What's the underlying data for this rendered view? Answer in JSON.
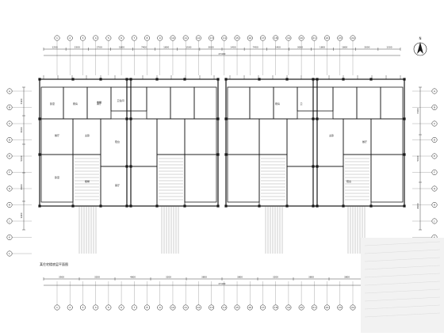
{
  "drawing": {
    "north_label": "N",
    "dims_top": [
      "1200",
      "3300",
      "2700",
      "1800",
      "7400",
      "1800",
      "1500",
      "3000",
      "1400",
      "7400",
      "1400",
      "3000",
      "1800",
      "1800",
      "3000",
      "1500"
    ],
    "dim_top_total": "47400",
    "dims_bottom": [
      "3500",
      "3200",
      "4600",
      "3200",
      "3800",
      "3800",
      "3200",
      "3800",
      "3800",
      "3200"
    ],
    "dim_bottom_total": "47400",
    "dims_left": [
      "3100",
      "3000",
      "5000",
      "4900",
      "1400"
    ],
    "dims_right": [
      "3100",
      "5000",
      "4900"
    ],
    "grid_numbers_top": [
      "1",
      "2",
      "3",
      "4",
      "5",
      "6",
      "7",
      "8",
      "9",
      "10",
      "11",
      "12",
      "13",
      "14",
      "15",
      "16",
      "17",
      "18",
      "19",
      "20",
      "21",
      "22",
      "23",
      "24"
    ],
    "grid_letters_left": [
      "A",
      "B",
      "C",
      "D",
      "E",
      "F",
      "G",
      "H",
      "J",
      "K",
      "L"
    ],
    "grid_letters_right": [
      "A",
      "B",
      "C",
      "D",
      "E",
      "F",
      "G",
      "H",
      "J",
      "K",
      "L"
    ],
    "note_bottom_left": "某住宅楼底层平面图",
    "room_labels": [
      "卧室",
      "厨房",
      "客厅",
      "卫生间",
      "餐厅",
      "主卧",
      "阳台",
      "电梯",
      "楼梯",
      "卧室",
      "客厅",
      "厨房",
      "卫",
      "主卧",
      "餐厅",
      "阳台"
    ],
    "colors": {
      "line": "#1a1a1a",
      "thin": "#555555",
      "watermark": "#cccccc"
    }
  }
}
